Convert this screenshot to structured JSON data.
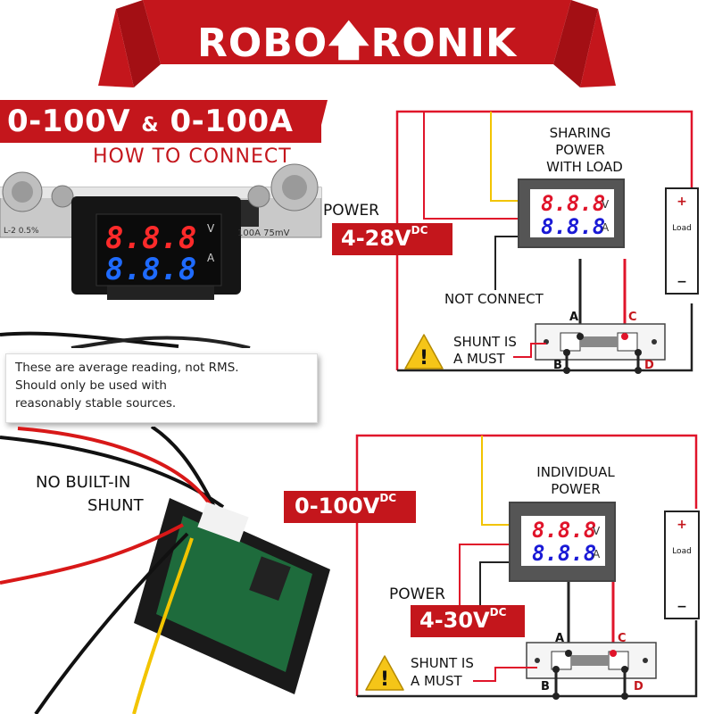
{
  "brand": {
    "name_left": "ROBO",
    "name_right": "RONIK",
    "arrow_icon": "up-arrow-icon",
    "color": "#c4161c"
  },
  "title": {
    "main_left": "0-100V",
    "amp": "&",
    "main_right": "0-100A",
    "subtitle": "HOW TO CONNECT"
  },
  "note": {
    "line1": "These are average reading, not RMS.",
    "line2": "Should only be used with",
    "line3": "reasonably stable sources."
  },
  "photo_labels": {
    "no_builtin_shunt_1": "NO BUILT-IN",
    "no_builtin_shunt_2": "SHUNT",
    "shunt_rating": "100A 75mV",
    "shunt_class": "L-2 0.5%"
  },
  "diagram_top": {
    "heading_1": "SHARING",
    "heading_2": "POWER",
    "heading_3": "WITH LOAD",
    "power_label": "POWER",
    "power_range": "4-28V",
    "power_unit": "DC",
    "not_connect": "NOT CONNECT",
    "shunt_warning_1": "SHUNT IS",
    "shunt_warning_2": "A MUST",
    "meter_top": "8.8.8",
    "meter_bottom": "8.8.8",
    "unit_v": "V",
    "unit_a": "A",
    "pins": [
      "A",
      "B",
      "C",
      "D"
    ],
    "load": {
      "plus": "+",
      "minus": "−",
      "word": "Load"
    }
  },
  "diagram_bottom": {
    "range_label": "0-100V",
    "range_unit": "DC",
    "heading_1": "INDIVIDUAL",
    "heading_2": "POWER",
    "power_label": "POWER",
    "power_range": "4-30V",
    "power_unit": "DC",
    "shunt_warning_1": "SHUNT IS",
    "shunt_warning_2": "A MUST",
    "meter_top": "8.8.8",
    "meter_bottom": "8.8.8",
    "unit_v": "V",
    "unit_a": "A",
    "pins": [
      "A",
      "B",
      "C",
      "D"
    ],
    "load": {
      "plus": "+",
      "minus": "−",
      "word": "Load"
    }
  },
  "colors": {
    "accent_red": "#c4161c",
    "wire_red": "#e0142a",
    "wire_yellow": "#f2c400",
    "wire_black": "#222222",
    "warning_yellow": "#f5c518"
  }
}
